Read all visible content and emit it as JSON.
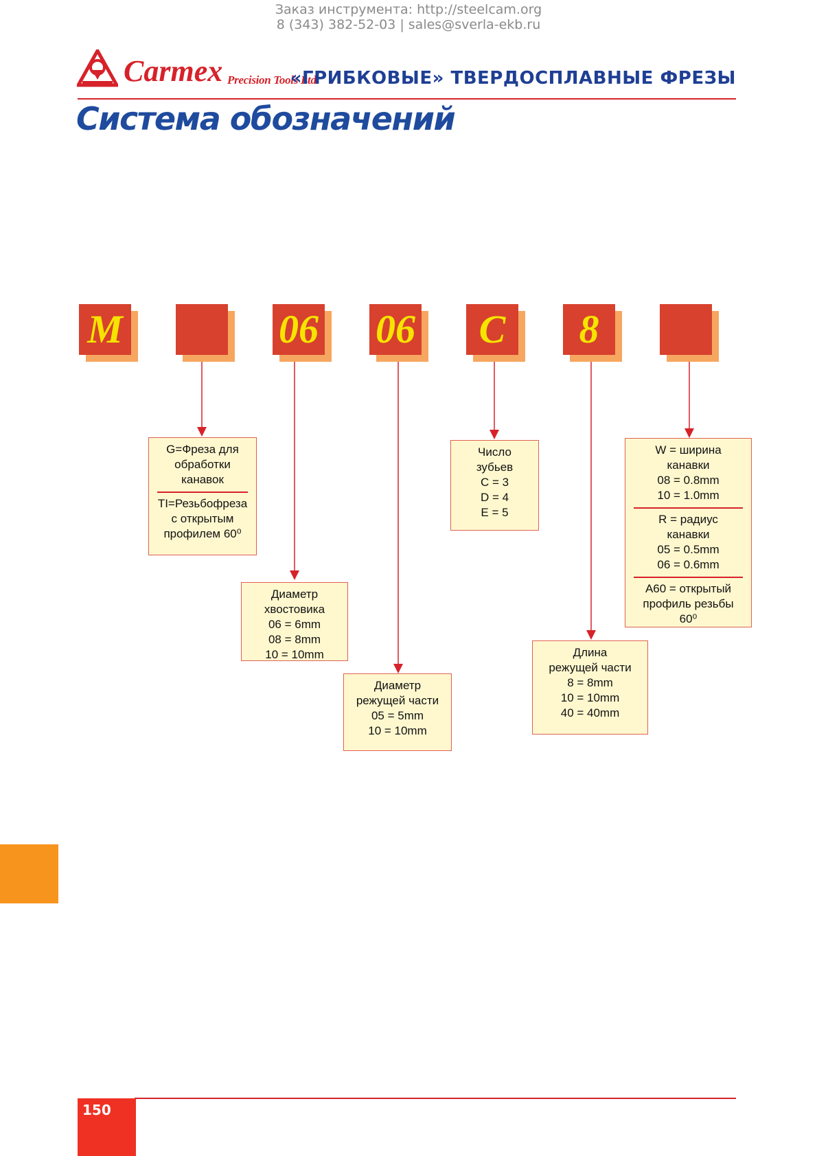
{
  "contact": {
    "line1": "Заказ инструмента: http://steelcam.org",
    "line2": "8 (343) 382-52-03  |  sales@sverla-ekb.ru"
  },
  "brand": {
    "name": "Carmex",
    "tagline": "Precision Tools Ltd.",
    "accent_color": "#d6222a"
  },
  "header": {
    "title": "«ГРИБКОВЫЕ» ТВЕРДОСПЛАВНЫЕ ФРЕЗЫ",
    "page_heading": "Система обозначений",
    "title_color": "#1f3f94"
  },
  "code_boxes": [
    "M",
    "",
    "06",
    "06",
    "C",
    "8",
    ""
  ],
  "descriptions": {
    "type": {
      "groups": [
        [
          "G=Фреза для",
          "обработки",
          "канавок"
        ],
        [
          "TI=Резьбофреза",
          "с открытым",
          "профилем 60⁰"
        ]
      ]
    },
    "shank_diameter": {
      "groups": [
        [
          "Диаметр",
          "хвостовика",
          "06 = 6mm",
          "08 = 8mm",
          "10 = 10mm"
        ]
      ]
    },
    "cutting_diameter": {
      "groups": [
        [
          "Диаметр",
          "режущей части",
          "05 = 5mm",
          "10 = 10mm"
        ]
      ]
    },
    "teeth_count": {
      "groups": [
        [
          "Число",
          "зубьев",
          "C = 3",
          "D = 4",
          "E = 5"
        ]
      ]
    },
    "cutting_length": {
      "groups": [
        [
          "Длина",
          "режущей части",
          "8 = 8mm",
          "10 = 10mm",
          "40 = 40mm"
        ]
      ]
    },
    "profile": {
      "groups": [
        [
          "W = ширина",
          "канавки",
          "08 = 0.8mm",
          "10 = 1.0mm"
        ],
        [
          "R = радиус",
          "канавки",
          "05 = 0.5mm",
          "06 = 0.6mm"
        ],
        [
          "A60 = открытый",
          "профиль резьбы",
          "60⁰"
        ]
      ]
    }
  },
  "footer": {
    "page_number": "150"
  }
}
